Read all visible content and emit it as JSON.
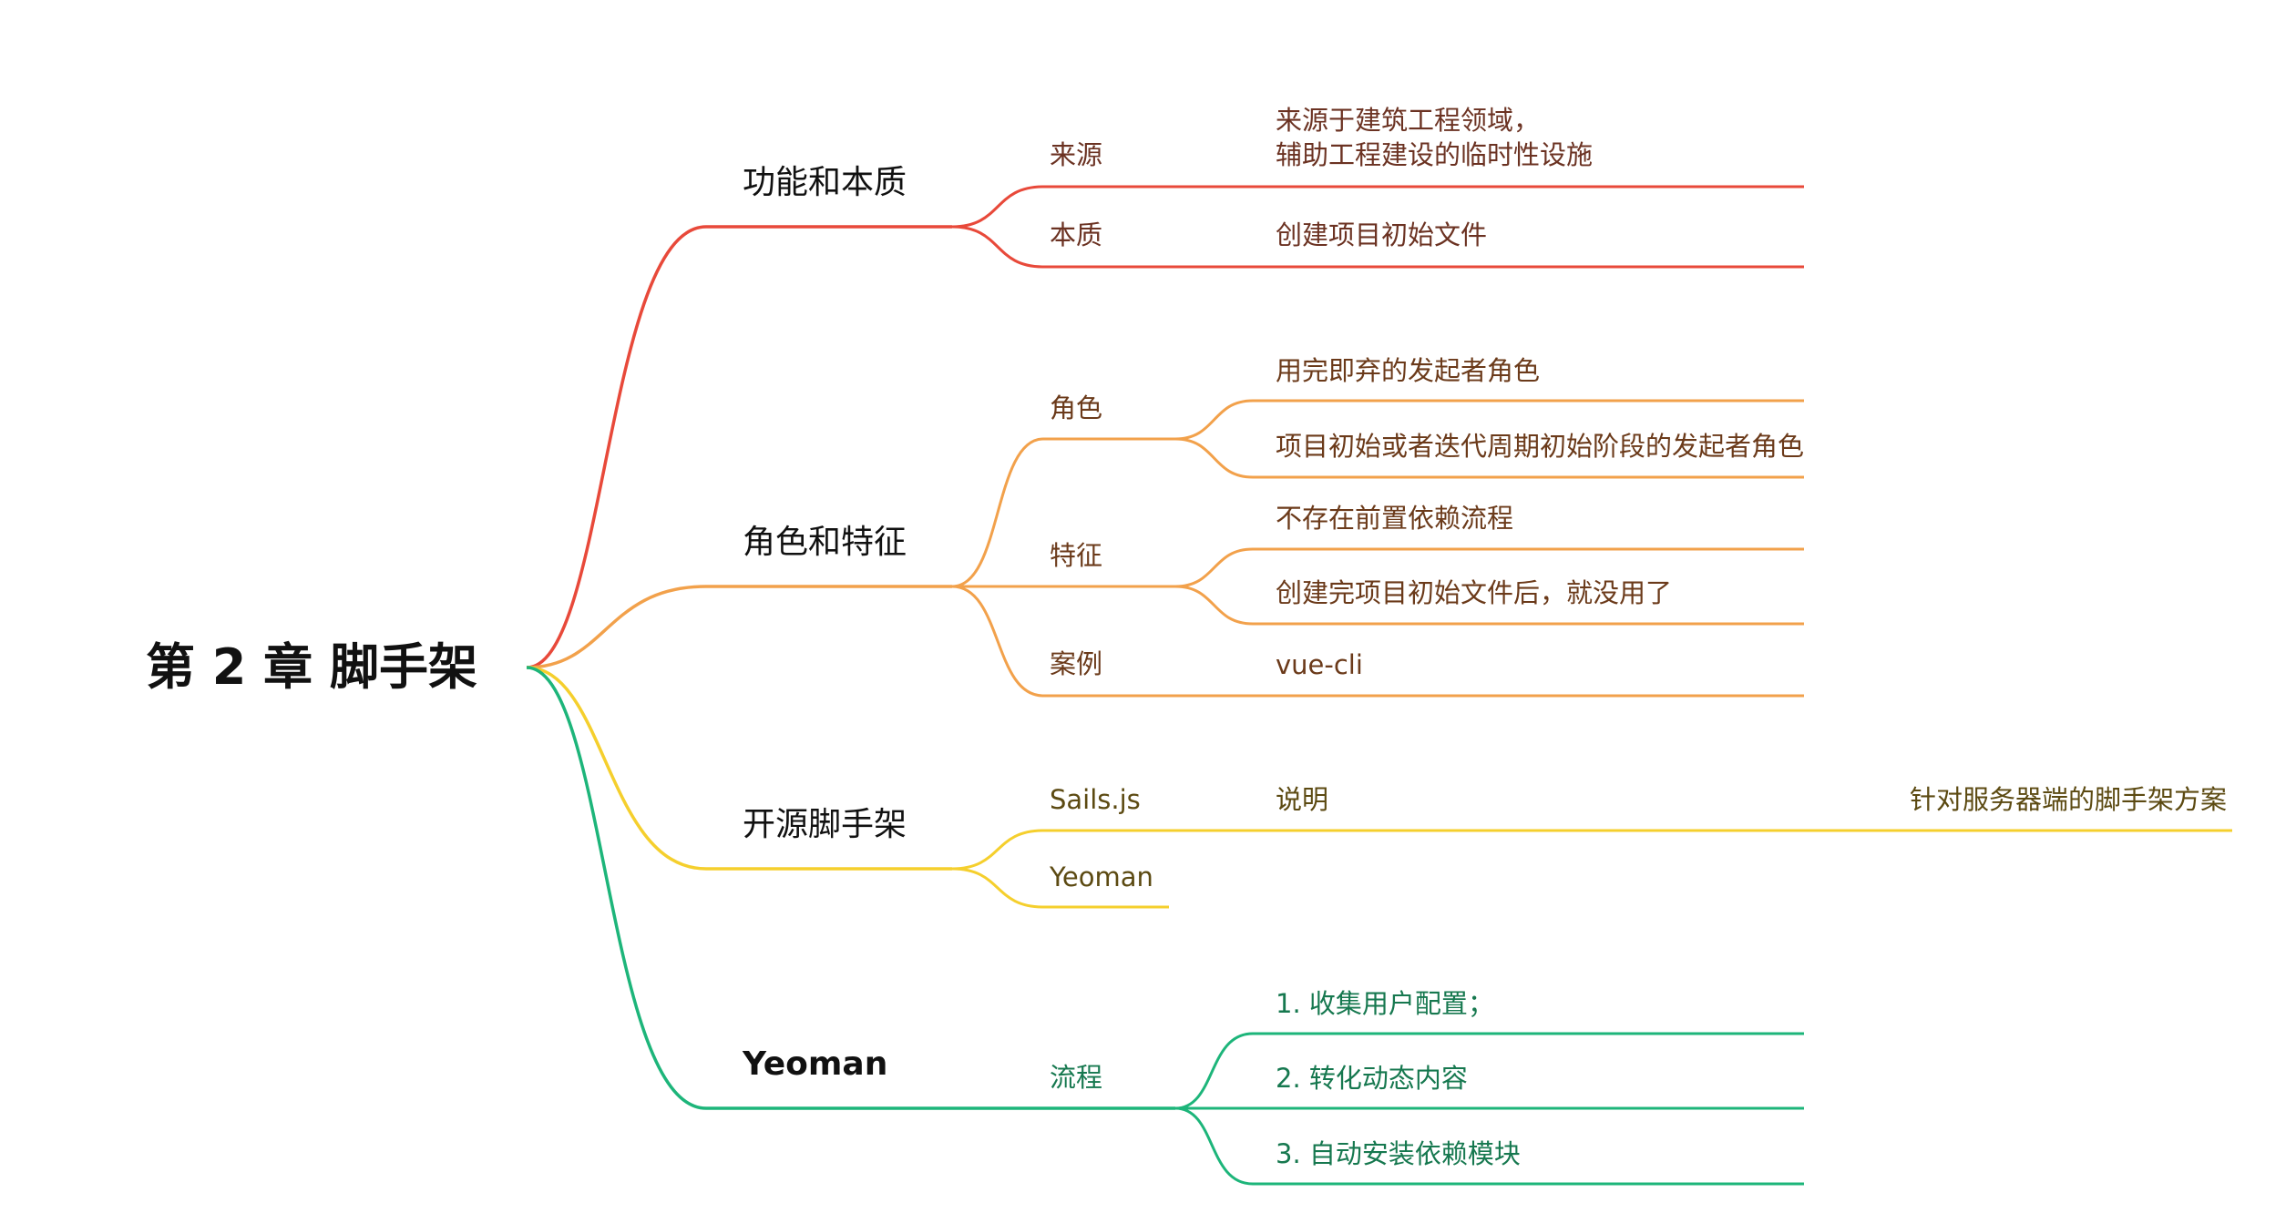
{
  "root": {
    "title": "第 2 章 脚手架"
  },
  "colors": {
    "red": "#e8493a",
    "orange": "#f2a14b",
    "yellow": "#f5cf2d",
    "green": "#1db57a"
  },
  "branches": [
    {
      "label": "功能和本质",
      "color": "red",
      "children": [
        {
          "label": "来源",
          "leaves": [
            {
              "lines": [
                "来源于建筑工程领域，",
                "辅助工程建设的临时性设施"
              ]
            }
          ]
        },
        {
          "label": "本质",
          "leaves": [
            {
              "lines": [
                "创建项目初始文件"
              ]
            }
          ]
        }
      ]
    },
    {
      "label": "角色和特征",
      "color": "orange",
      "children": [
        {
          "label": "角色",
          "leaves": [
            {
              "lines": [
                "用完即弃的发起者角色"
              ]
            },
            {
              "lines": [
                "项目初始或者迭代周期初始阶段的发起者角色"
              ]
            }
          ]
        },
        {
          "label": "特征",
          "leaves": [
            {
              "lines": [
                "不存在前置依赖流程"
              ]
            },
            {
              "lines": [
                "创建完项目初始文件后，就没用了"
              ]
            }
          ]
        },
        {
          "label": "案例",
          "leaves": [
            {
              "lines": [
                "vue-cli"
              ]
            }
          ]
        }
      ]
    },
    {
      "label": "开源脚手架",
      "color": "yellow",
      "children": [
        {
          "label": "Sails.js",
          "leaves": [
            {
              "lines": [
                "说明"
              ],
              "detail": "针对服务器端的脚手架方案"
            }
          ]
        },
        {
          "label": "Yeoman",
          "leaves": []
        }
      ]
    },
    {
      "label": "Yeoman",
      "color": "green",
      "children": [
        {
          "label": "流程",
          "leaves": [
            {
              "lines": [
                "1. 收集用户配置；"
              ]
            },
            {
              "lines": [
                "2. 转化动态内容"
              ]
            },
            {
              "lines": [
                "3. 自动安装依赖模块"
              ]
            }
          ]
        }
      ]
    }
  ]
}
